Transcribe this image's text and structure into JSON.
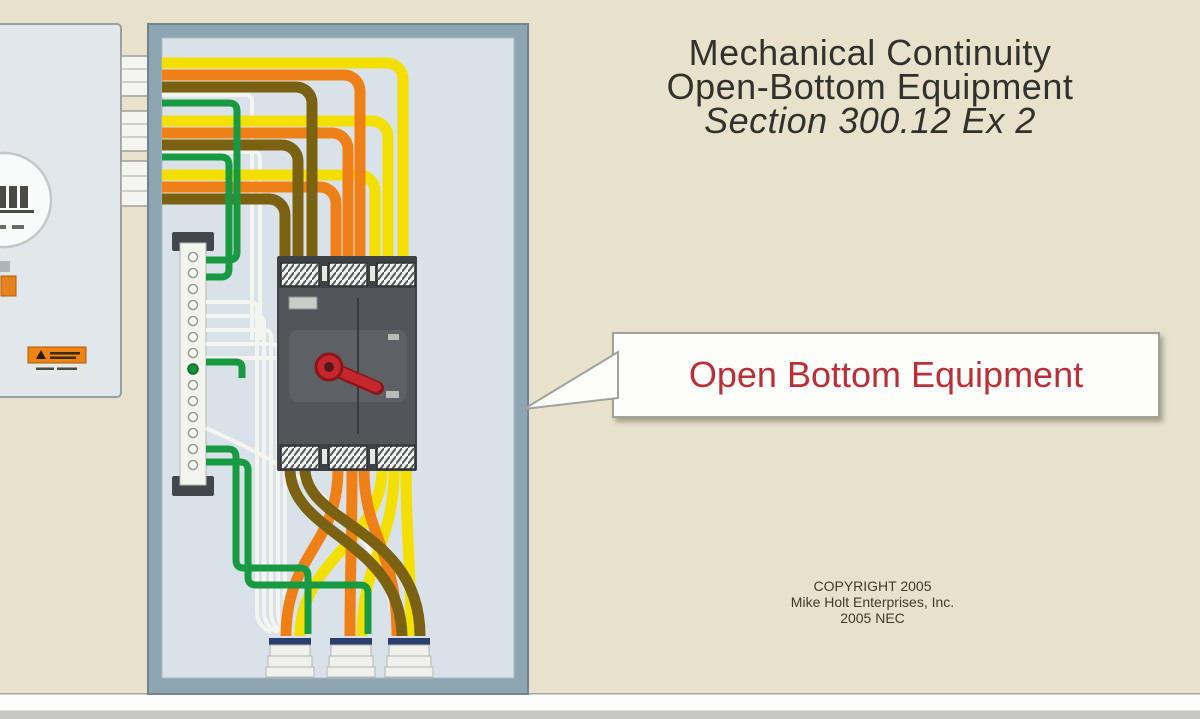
{
  "title": {
    "line1": "Mechanical Continuity",
    "line2": "Open-Bottom Equipment",
    "line3": "Section 300.12 Ex 2"
  },
  "callout": {
    "text": "Open Bottom Equipment"
  },
  "copyright": {
    "line1": "COPYRIGHT 2005",
    "line2": "Mike Holt Enterprises, Inc.",
    "line3": "2005 NEC"
  },
  "colors": {
    "background": "#e8e2cd",
    "panel_frame": "#8da5b1",
    "panel_interior": "#d9e2e8",
    "meter_panel": "#e1e7eb",
    "wire_yellow": "#f3e000",
    "wire_orange": "#ef8018",
    "wire_brown": "#7a6212",
    "wire_green": "#189a42",
    "wire_white": "#f4f4f0",
    "breaker_body": "#4b4f53",
    "handle_red": "#c4272d",
    "warning_orange": "#ef8413",
    "callout_text": "#b93038",
    "title_text": "#33312c",
    "floor": "#fdfdfd"
  },
  "illustration": {
    "parts": [
      "meter-panel",
      "electric-meter",
      "warning-label",
      "conduit-stubs",
      "open-bottom-enclosure",
      "neutral-ground-bar",
      "circuit-breaker",
      "breaker-handle",
      "feeder-wires",
      "bottom-conduit-fittings",
      "floor"
    ]
  }
}
